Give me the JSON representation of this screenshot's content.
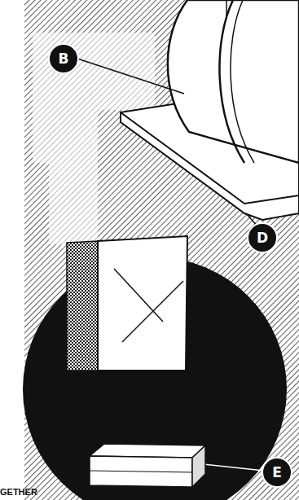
{
  "diagram": {
    "labels": [
      "B",
      "D",
      "E",
      "GETHER"
    ]
  }
}
